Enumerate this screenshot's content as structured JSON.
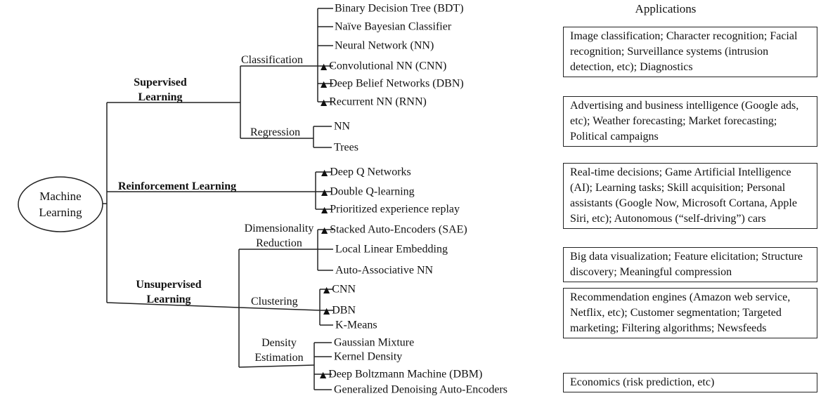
{
  "colors": {
    "background": "#ffffff",
    "ink": "#111111",
    "line": "#222222"
  },
  "icons": {
    "deep_learning_marker": "▲"
  },
  "root": {
    "line1": "Machine",
    "line2": "Learning"
  },
  "labels": {
    "supervised1": "Supervised",
    "supervised2": "Learning",
    "reinforcement": "Reinforcement Learning",
    "unsupervised1": "Unsupervised",
    "unsupervised2": "Learning",
    "classification": "Classification",
    "regression": "Regression",
    "dimensionality1": "Dimensionality",
    "dimensionality2": "Reduction",
    "clustering": "Clustering",
    "density1": "Density",
    "density2": "Estimation"
  },
  "leaves": {
    "classification": [
      {
        "label": "Binary Decision Tree (BDT)",
        "deep": false
      },
      {
        "label": "Naïve Bayesian Classifier",
        "deep": false
      },
      {
        "label": "Neural Network (NN)",
        "deep": false
      },
      {
        "label": "Convolutional NN (CNN)",
        "deep": true
      },
      {
        "label": "Deep Belief Networks (DBN)",
        "deep": true
      },
      {
        "label": "Recurrent NN (RNN)",
        "deep": true
      }
    ],
    "regression": [
      {
        "label": "NN",
        "deep": false
      },
      {
        "label": "Trees",
        "deep": false
      }
    ],
    "reinforcement": [
      {
        "label": "Deep Q Networks",
        "deep": true
      },
      {
        "label": "Double Q-learning",
        "deep": true
      },
      {
        "label": "Prioritized experience replay",
        "deep": true
      }
    ],
    "dimensionality_reduction": [
      {
        "label": "Stacked Auto-Encoders (SAE)",
        "deep": true
      },
      {
        "label": "Local Linear Embedding",
        "deep": false
      },
      {
        "label": "Auto-Associative NN",
        "deep": false
      }
    ],
    "clustering": [
      {
        "label": "CNN",
        "deep": true
      },
      {
        "label": "DBN",
        "deep": true
      },
      {
        "label": "K-Means",
        "deep": false
      }
    ],
    "density_estimation": [
      {
        "label": "Gaussian Mixture",
        "deep": false
      },
      {
        "label": "Kernel Density",
        "deep": false
      },
      {
        "label": "Deep Boltzmann Machine (DBM)",
        "deep": true
      },
      {
        "label": "Generalized Denoising Auto-Encoders",
        "deep": false
      }
    ]
  },
  "applications": {
    "title": "Applications",
    "boxes": [
      {
        "text": "Image classification; Character recognition; Facial recognition; Surveillance systems (intrusion detection, etc); Diagnostics"
      },
      {
        "text": "Advertising and business intelligence (Google ads, etc); Weather forecasting; Market forecasting; Political campaigns"
      },
      {
        "text": "Real-time decisions; Game Artificial Intelligence (AI); Learning tasks; Skill acquisition; Personal assistants (Google Now, Microsoft Cortana, Apple Siri, etc); Autonomous (“self-driving”) cars"
      },
      {
        "text": "Big data visualization; Feature elicitation; Structure discovery; Meaningful compression"
      },
      {
        "text": "Recommendation engines (Amazon web service, Netflix, etc); Customer segmentation; Targeted marketing; Filtering algorithms; Newsfeeds"
      },
      {
        "text": "Economics (risk prediction, etc)"
      }
    ]
  }
}
